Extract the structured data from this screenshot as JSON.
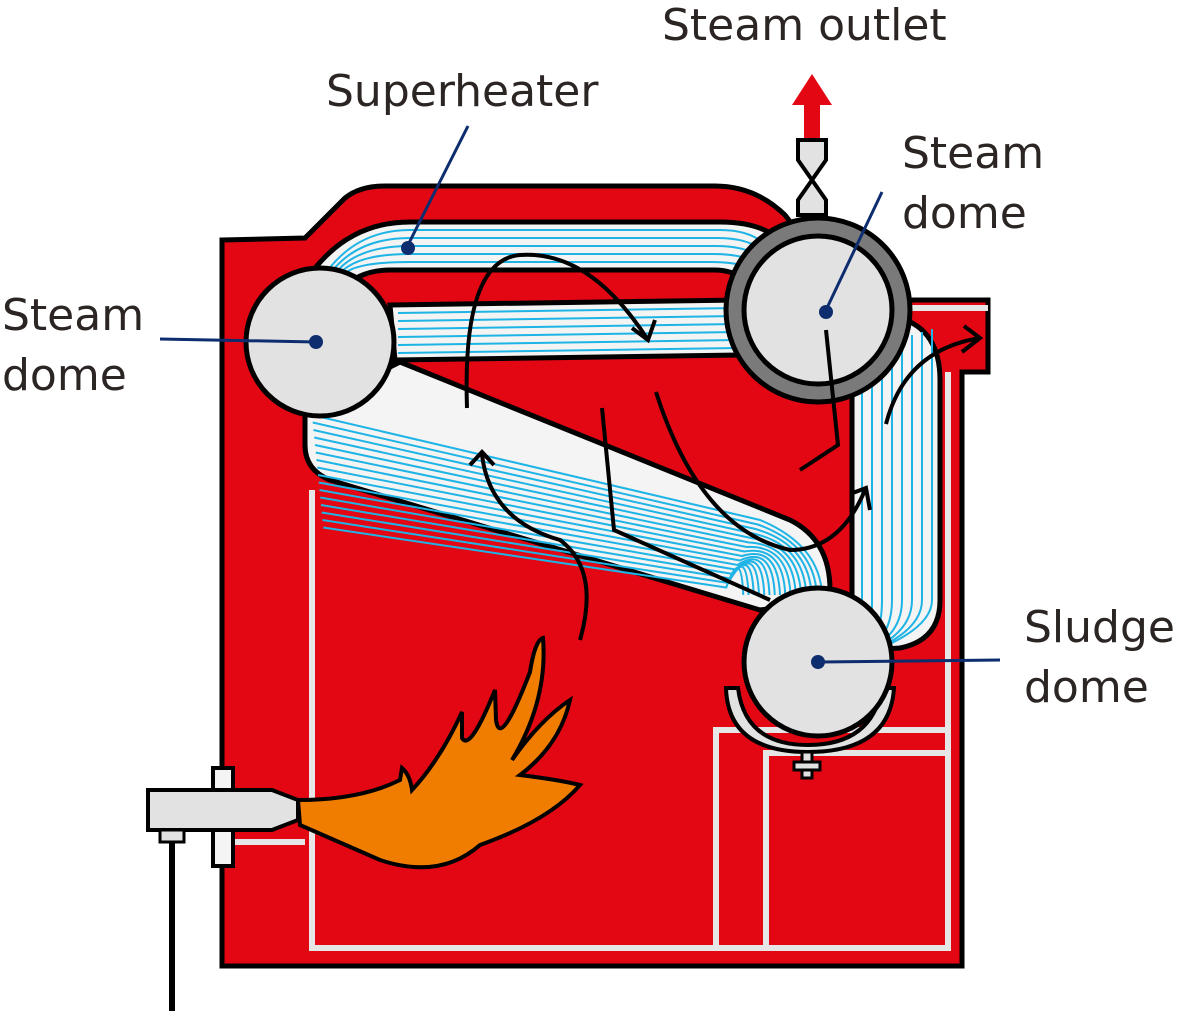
{
  "diagram": {
    "title": "Water-tube boiler",
    "labels": {
      "steam_outlet": "Steam outlet",
      "superheater": "Superheater",
      "steam_dome_right_line1": "Steam",
      "steam_dome_right_line2": "dome",
      "steam_dome_left_line1": "Steam",
      "steam_dome_left_line2": "dome",
      "sludge_dome_line1": "Sludge",
      "sludge_dome_line2": "dome"
    },
    "colors": {
      "casing": "#e30613",
      "outline": "#000000",
      "tube_bank_fill": "#f4f4f4",
      "tube_line": "#1eb4e6",
      "drum_fill": "#e2e2e2",
      "drum_ring": "#7a7a7a",
      "flame": "#f07d00",
      "leader": "#0d2d6e",
      "label_text": "#2b2523",
      "outlet_arrow": "#e30613",
      "insulation": "#e6e6e6"
    }
  }
}
